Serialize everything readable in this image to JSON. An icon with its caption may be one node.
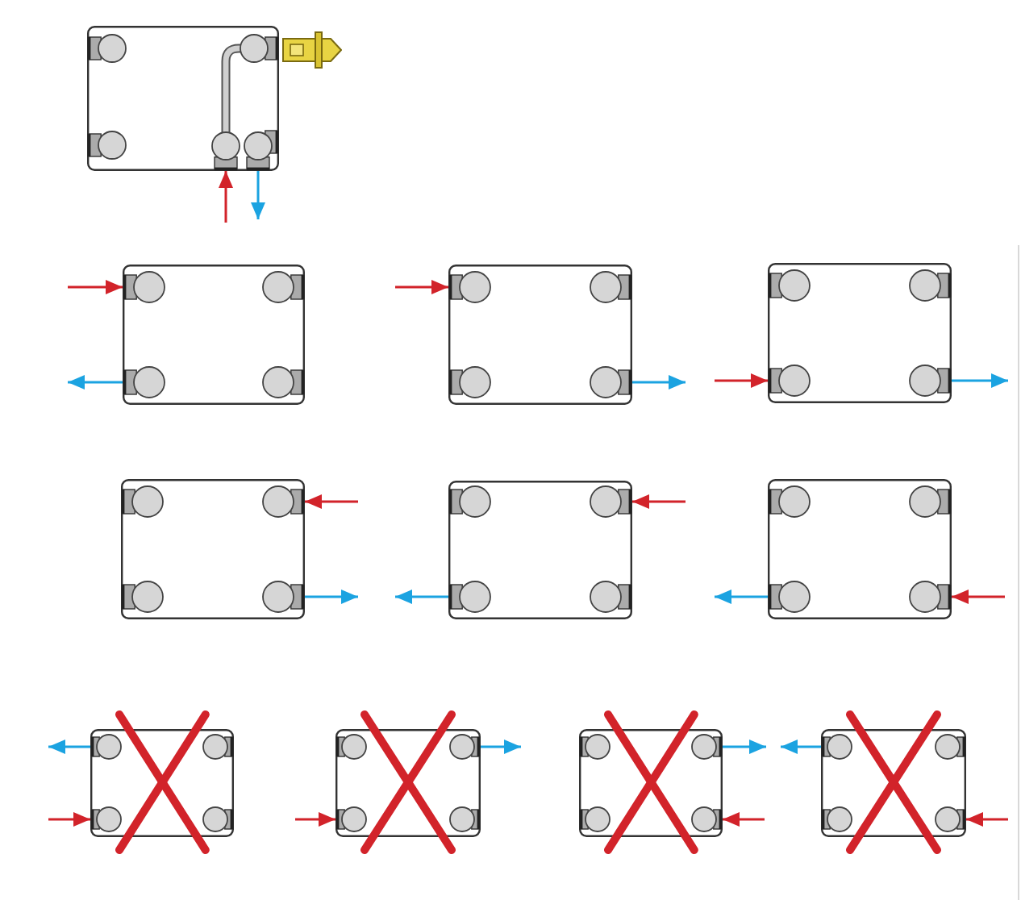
{
  "diagram": {
    "nodes": [
      {
        "text": [],
        "shape": "picture"
      },
      {
        "text": [],
        "shape": "picture"
      },
      {
        "text": [],
        "shape": "picture"
      },
      {
        "text": [],
        "shape": "picture"
      },
      {
        "text": [],
        "shape": "picture"
      },
      {
        "text": [],
        "shape": "picture"
      },
      {
        "text": [],
        "shape": "picture"
      },
      {
        "text": [],
        "shape": "picture"
      },
      {
        "text": [],
        "shape": "picture"
      },
      {
        "text": [],
        "shape": "picture"
      },
      {
        "text": [],
        "shape": "picture"
      }
    ],
    "edges": [
      {
        "from": null,
        "to": 0,
        "arrow": "to",
        "color": "#d2232a"
      },
      {
        "from": 0,
        "to": null,
        "arrow": "to",
        "color": "#1ba3e1"
      },
      {
        "from": null,
        "to": 1,
        "arrow": "to",
        "color": "#d2232a"
      },
      {
        "from": 1,
        "to": null,
        "arrow": "to",
        "color": "#1ba3e1"
      },
      {
        "from": null,
        "to": 2,
        "arrow": "to",
        "color": "#d2232a"
      },
      {
        "from": 2,
        "to": null,
        "arrow": "to",
        "color": "#1ba3e1"
      },
      {
        "from": null,
        "to": 3,
        "arrow": "to",
        "color": "#d2232a"
      },
      {
        "from": 3,
        "to": null,
        "arrow": "to",
        "color": "#1ba3e1"
      },
      {
        "from": null,
        "to": 4,
        "arrow": "to",
        "color": "#d2232a"
      },
      {
        "from": 4,
        "to": null,
        "arrow": "to",
        "color": "#1ba3e1"
      },
      {
        "from": null,
        "to": 5,
        "arrow": "to",
        "color": "#d2232a"
      },
      {
        "from": 5,
        "to": null,
        "arrow": "to",
        "color": "#1ba3e1"
      },
      {
        "from": 6,
        "to": null,
        "arrow": "to",
        "color": "#1ba3e1"
      },
      {
        "from": null,
        "to": 6,
        "arrow": "to",
        "color": "#d2232a"
      },
      {
        "from": 7,
        "to": null,
        "arrow": "to",
        "color": "#1ba3e1"
      },
      {
        "from": null,
        "to": 7,
        "arrow": "to",
        "color": "#d2232a"
      },
      {
        "from": 8,
        "to": null,
        "arrow": "to",
        "color": "#1ba3e1"
      },
      {
        "from": null,
        "to": 8,
        "arrow": "to",
        "color": "#d2232a"
      },
      {
        "from": 9,
        "to": null,
        "arrow": "to",
        "color": "#1ba3e1"
      },
      {
        "from": null,
        "to": 9,
        "arrow": "to",
        "color": "#d2232a"
      },
      {
        "from": 10,
        "to": null,
        "arrow": "to",
        "color": "#1ba3e1"
      },
      {
        "from": null,
        "to": 10,
        "arrow": "to",
        "color": "#d2232a"
      }
    ]
  }
}
